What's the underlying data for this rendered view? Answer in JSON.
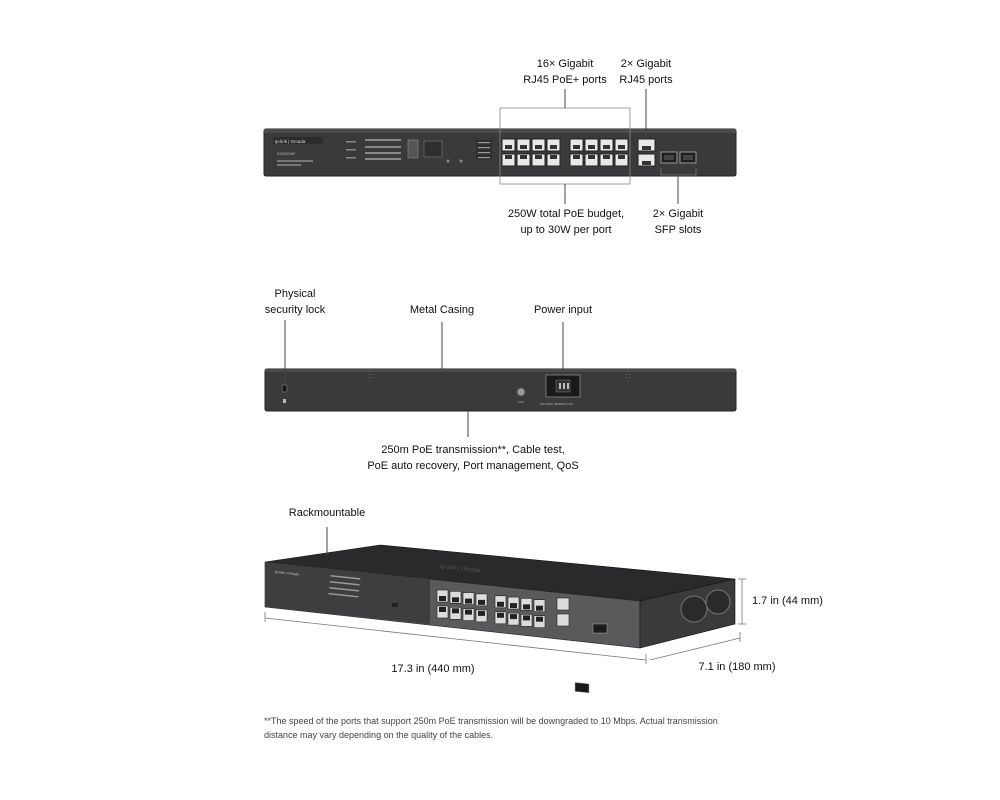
{
  "front_view": {
    "brand": "tp-link | Omada",
    "model": "ES220GMP",
    "annotations": {
      "poe_ports_line1": "16× Gigabit",
      "poe_ports_line2": "RJ45 PoE+ ports",
      "rj45_line1": "2× Gigabit",
      "rj45_line2": "RJ45 ports",
      "budget_line1": "250W total PoE budget,",
      "budget_line2": "up to 30W per port",
      "sfp_line1": "2× Gigabit",
      "sfp_line2": "SFP slots"
    }
  },
  "rear_view": {
    "power_rating": "100-240V~50/60Hz 0.5A",
    "annotations": {
      "lock_line1": "Physical",
      "lock_line2": "security lock",
      "casing": "Metal Casing",
      "power": "Power input",
      "features_line1": "250m PoE transmission**, Cable test,",
      "features_line2": "PoE auto recovery, Port management, QoS"
    }
  },
  "iso_view": {
    "brand": "tp-link | Omada",
    "annotations": {
      "rack": "Rackmountable",
      "height": "1.7 in (44 mm)",
      "width": "17.3 in (440 mm)",
      "depth": "7.1 in (180 mm)"
    }
  },
  "footnote": "**The speed of the ports that support 250m PoE transmission will be downgraded to 10 Mbps. Actual transmission distance may vary depending on the quality of the cables."
}
